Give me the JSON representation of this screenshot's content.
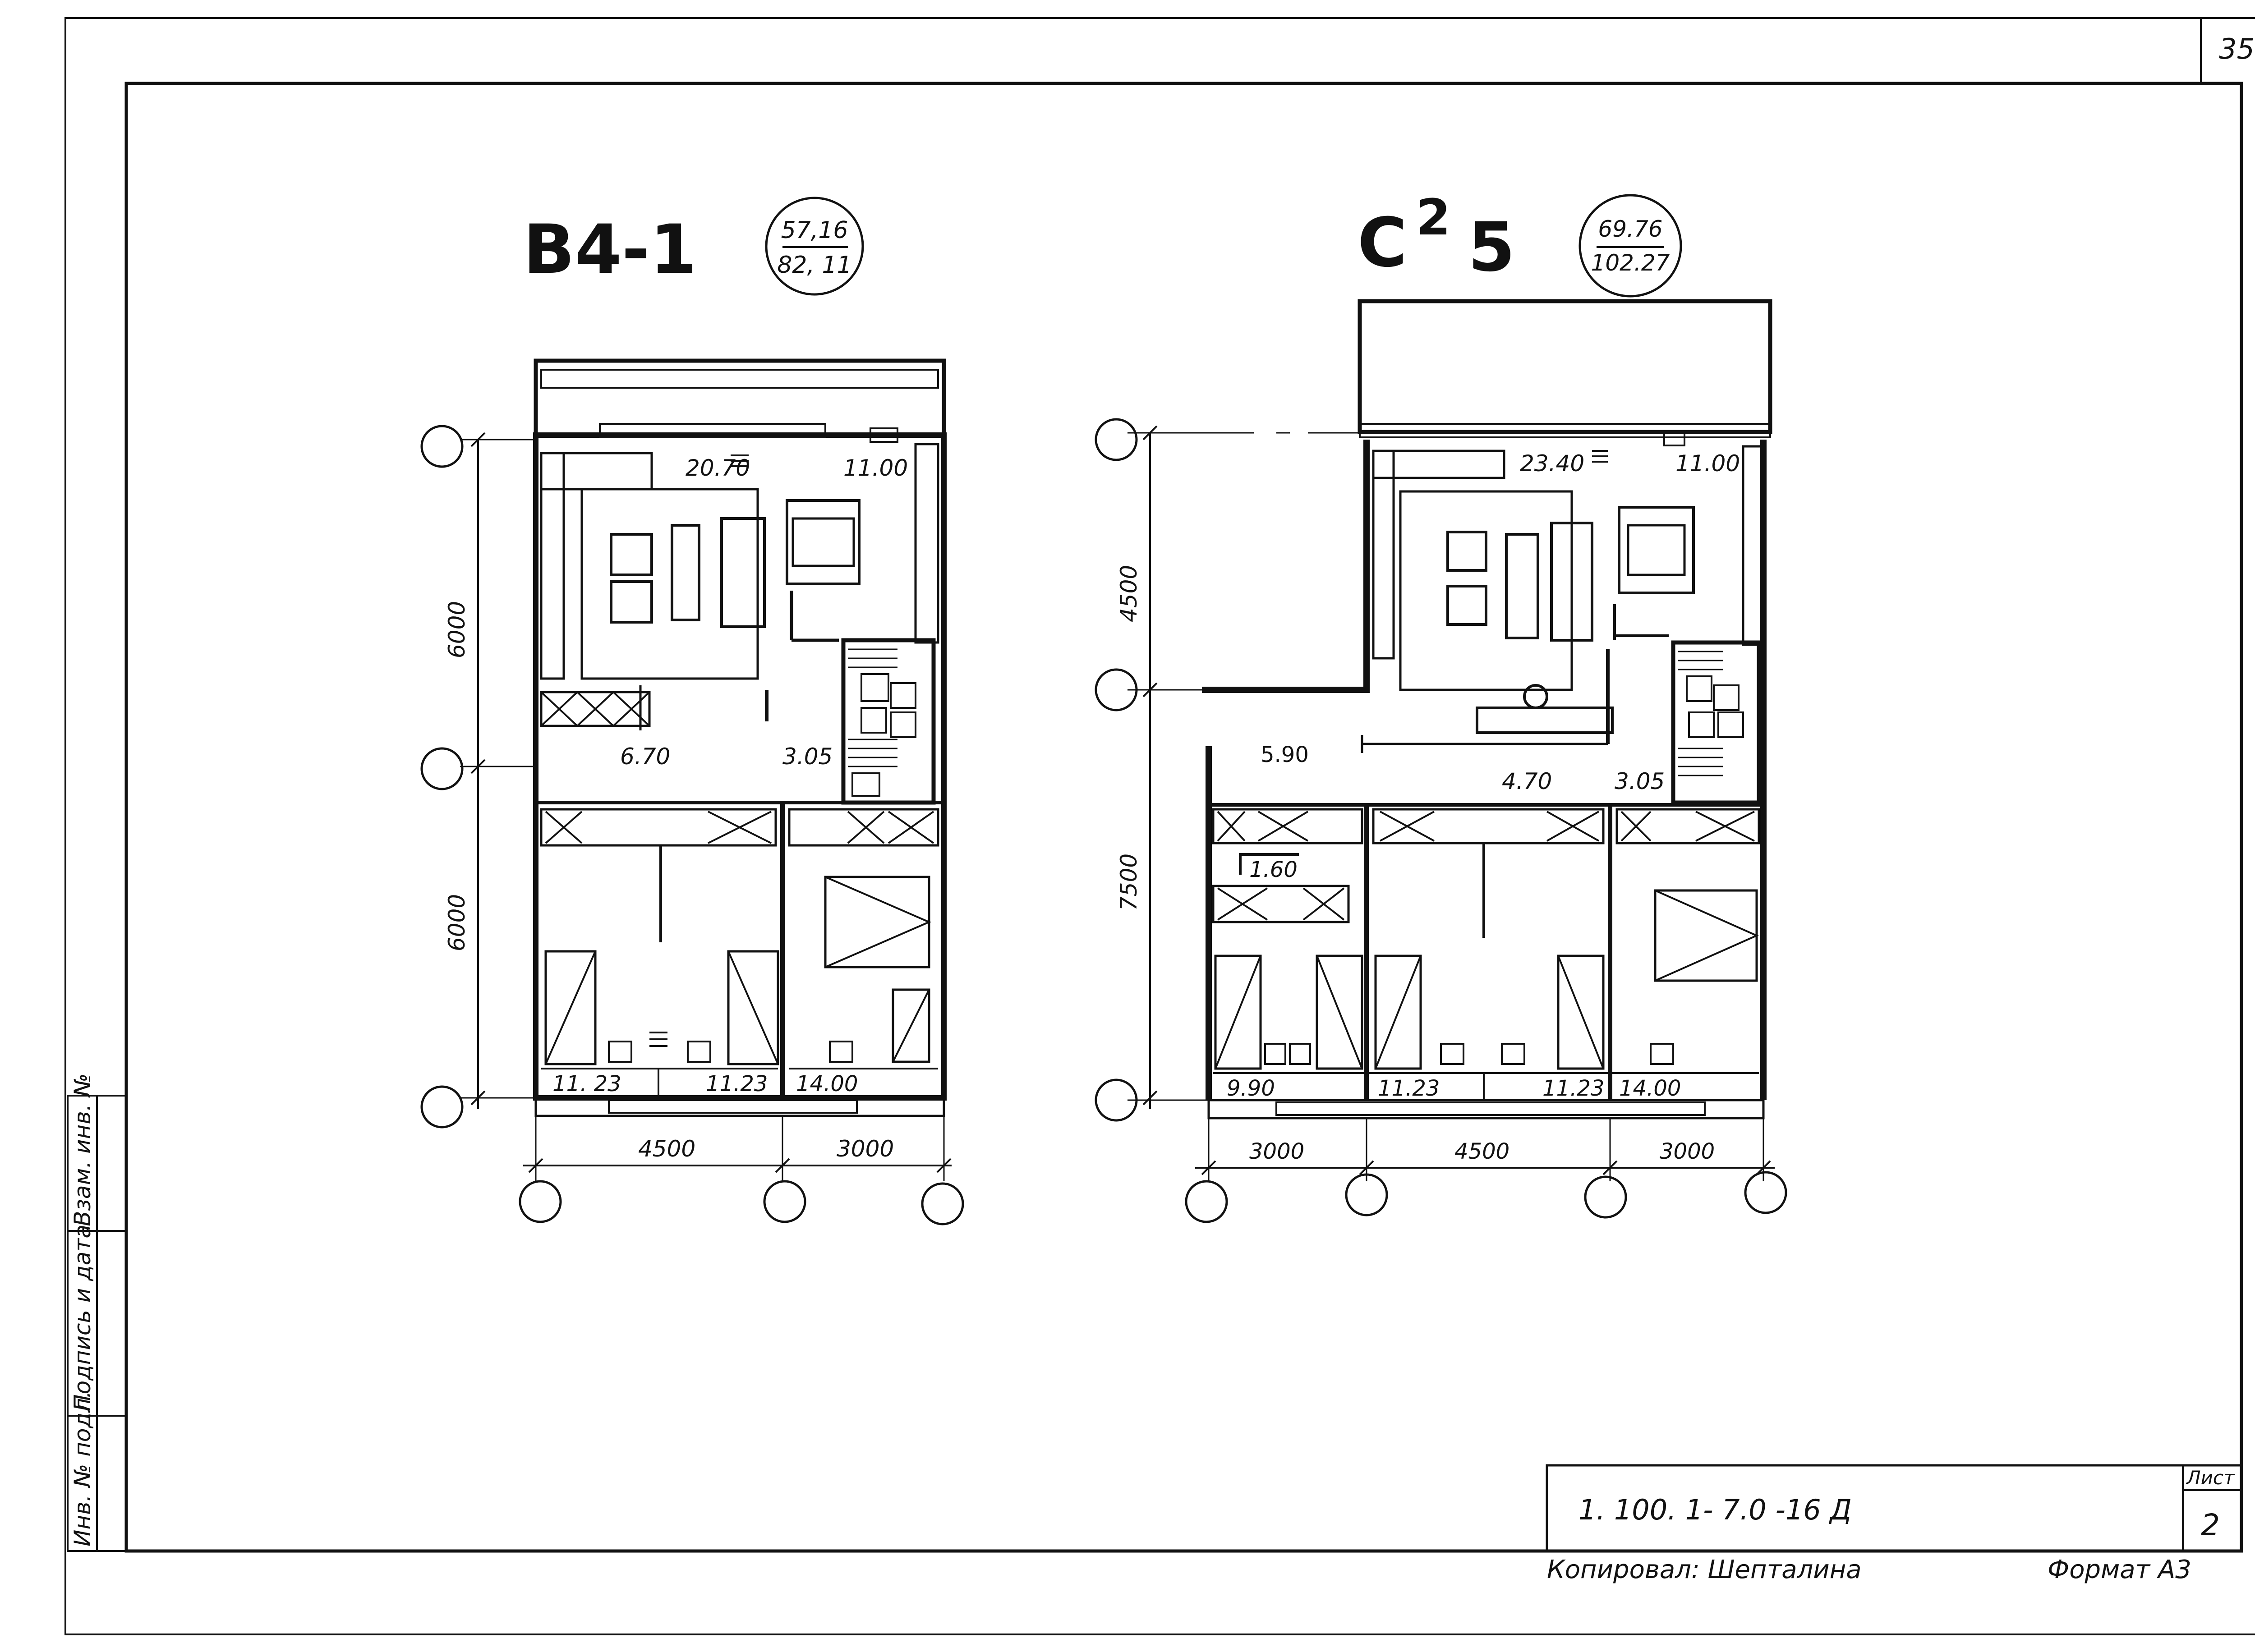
{
  "sheet": {
    "page_number": "35",
    "doc_code": "1. 100. 1- 7.0 -16 Д",
    "sheet_label": "Лист",
    "sheet_number": "2",
    "copied_by": "Копировал: Шепталина",
    "format": "Формат А3"
  },
  "side_stamp": {
    "inv_no": "Инв. № подл.",
    "signature_date": "Подпись и дата",
    "replace_inv": "Взам. инв. №"
  },
  "plan_b": {
    "title": "В4-1",
    "area_living": "57,16",
    "area_total": "82, 11",
    "rooms": {
      "living": "20.70",
      "kitchen": "11.00",
      "hall": "6.70",
      "bath": "3.05",
      "bed_left_a": "11. 23",
      "bed_left_b": "11.23",
      "bed_right": "14.00"
    },
    "dims": {
      "upper": "6000",
      "lower": "6000",
      "width_left": "4500",
      "width_right": "3000"
    }
  },
  "plan_c": {
    "title_letter": "С",
    "title_sup": "2",
    "title_num": "5",
    "area_living": "69.76",
    "area_total": "102.27",
    "rooms": {
      "living": "23.40",
      "kitchen": "11.00",
      "hall": "5.90",
      "corridor": "4.70",
      "bath": "3.05",
      "closet": "1.60",
      "bed_small": "9.90",
      "bed_mid_a": "11.23",
      "bed_mid_b": "11.23",
      "bed_right": "14.00"
    },
    "dims": {
      "upper": "4500",
      "lower": "7500",
      "w1": "3000",
      "w2": "4500",
      "w3": "3000"
    }
  }
}
